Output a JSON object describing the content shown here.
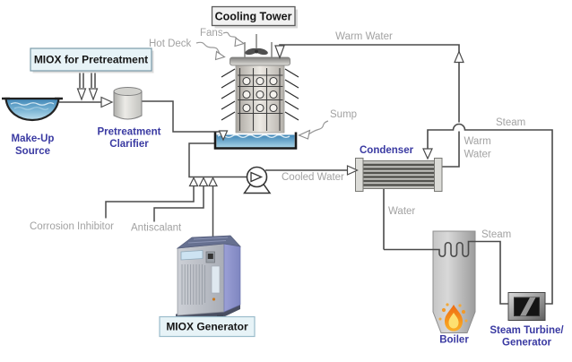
{
  "title_boxes": {
    "cooling_tower": "Cooling Tower",
    "miox_for_pretreatment": "MIOX for Pretreatment",
    "miox_generator": "MIOX Generator"
  },
  "equipment": {
    "make_up_source": {
      "line1": "Make-Up",
      "line2": "Source"
    },
    "pretreatment_clarifier": {
      "line1": "Pretreatment",
      "line2": "Clarifier"
    },
    "condenser": "Condenser",
    "boiler": "Boiler",
    "steam_turbine": {
      "line1": "Steam Turbine/",
      "line2": "Generator"
    }
  },
  "streams": {
    "fans": "Fans",
    "hot_deck": "Hot Deck",
    "sump": "Sump",
    "warm_water_top": "Warm Water",
    "steam_to_condenser": "Steam",
    "warm_water_condenser": {
      "line1": "Warm",
      "line2": "Water"
    },
    "cooled_water": "Cooled Water",
    "water": "Water",
    "steam_to_turbine": "Steam",
    "corrosion_inhibitor": "Corrosion Inhibitor",
    "antiscalant": "Antiscalant"
  },
  "colors": {
    "line": "#4a4a4a",
    "gray_label": "#a2a2a2",
    "blue_label": "#3a3aa2",
    "cyan_box_fill": "#e7f3f7",
    "gray_box_fill": "#f1f1f1",
    "water_dark": "#3d84b6",
    "water_light": "#a6d2e6",
    "flame_orange": "#f07a16"
  }
}
